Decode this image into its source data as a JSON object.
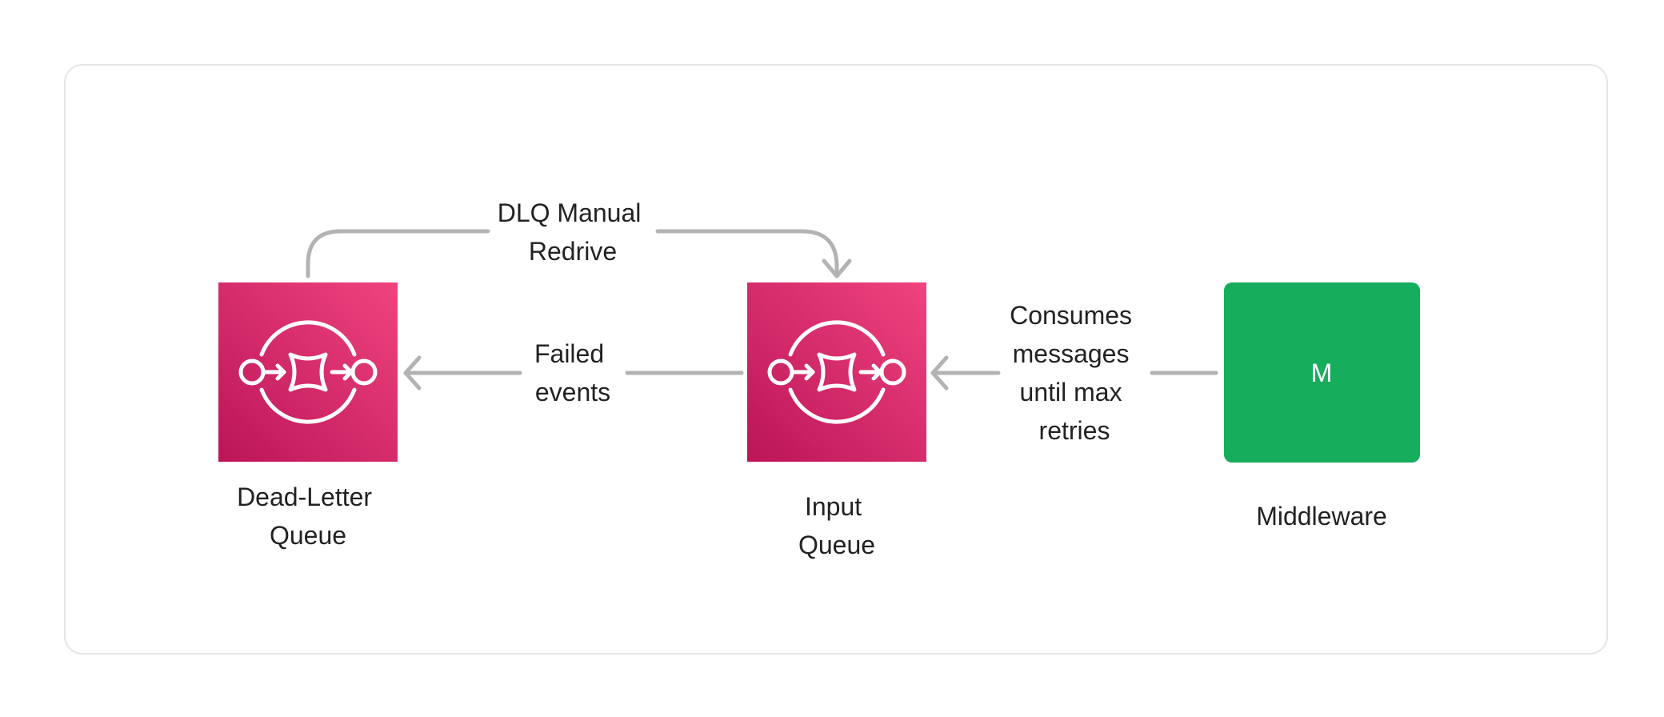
{
  "nodes": {
    "dlq": {
      "label_lines": [
        "Dead-Letter",
        "Queue"
      ],
      "icon": "sqs-queue-icon",
      "color_top": "#f0437f",
      "color_bottom": "#bb1558"
    },
    "input": {
      "label_lines": [
        "Input",
        "Queue"
      ],
      "icon": "sqs-queue-icon",
      "color_top": "#f0437f",
      "color_bottom": "#bb1558"
    },
    "middleware": {
      "label_lines": [
        "Middleware"
      ],
      "icon_letter": "M",
      "color": "#16ad5c"
    }
  },
  "edges": {
    "redrive": {
      "label_lines": [
        "DLQ Manual",
        "Redrive"
      ]
    },
    "failed": {
      "label_lines": [
        "Failed",
        "events"
      ]
    },
    "consumes": {
      "label_lines": [
        "Consumes",
        "messages",
        "until max",
        "retries"
      ]
    }
  },
  "colors": {
    "edge": "#b3b3b3",
    "card_border": "#e5e5e5",
    "text": "#222222"
  }
}
